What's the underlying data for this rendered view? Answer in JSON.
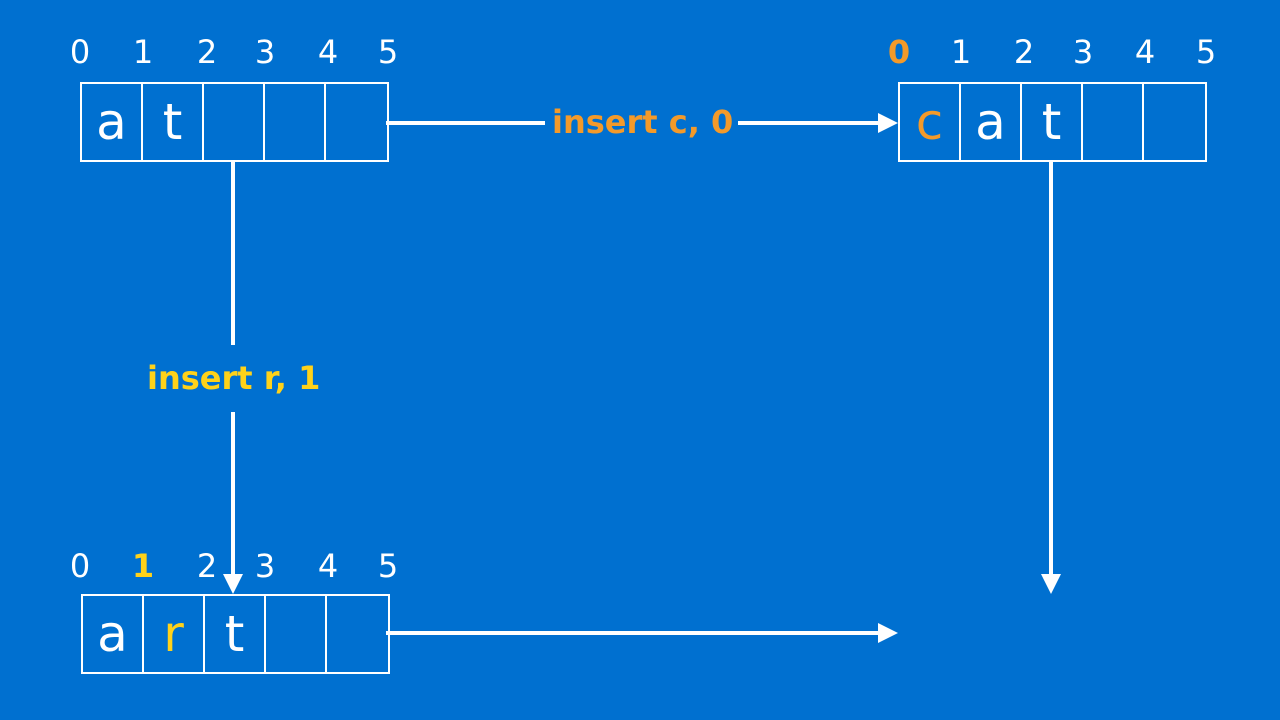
{
  "colors": {
    "background": "#0070d0",
    "line": "#ffffff",
    "highlight_insert_c": "#f39a2a",
    "highlight_insert_r": "#ffd21a"
  },
  "arrays": {
    "top_left": {
      "indices": [
        "0",
        "1",
        "2",
        "3",
        "4",
        "5"
      ],
      "highlight_index": null,
      "cells": [
        "a",
        "t",
        "",
        "",
        ""
      ],
      "highlight_cell": null
    },
    "top_right": {
      "indices": [
        "0",
        "1",
        "2",
        "3",
        "4",
        "5"
      ],
      "highlight_index": 0,
      "cells": [
        "c",
        "a",
        "t",
        "",
        ""
      ],
      "highlight_cell": 0
    },
    "bottom_left": {
      "indices": [
        "0",
        "1",
        "2",
        "3",
        "4",
        "5"
      ],
      "highlight_index": 1,
      "cells": [
        "a",
        "r",
        "t",
        "",
        ""
      ],
      "highlight_cell": 1
    }
  },
  "operations": {
    "insert_c": "insert c, 0",
    "insert_r": "insert r, 1"
  }
}
